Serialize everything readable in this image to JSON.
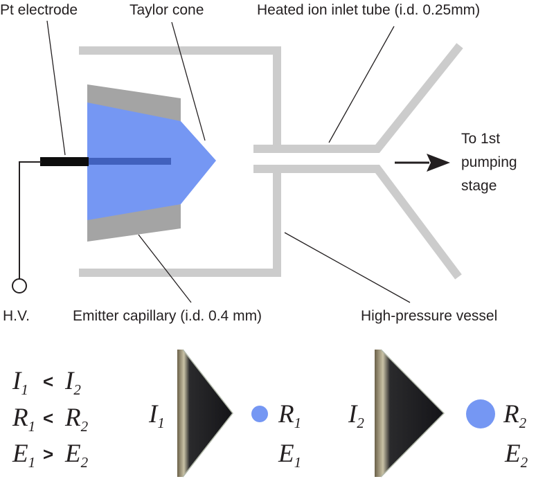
{
  "labels": {
    "pt_electrode": "Pt electrode",
    "taylor_cone": "Taylor cone",
    "inlet_tube": "Heated ion inlet tube (i.d. 0.25mm)",
    "to_pumping_1": "To 1st",
    "to_pumping_2": "pumping",
    "to_pumping_3": "stage",
    "hv": "H.V.",
    "emitter_capillary": "Emitter capillary (i.d. 0.4 mm)",
    "vessel": "High-pressure vessel"
  },
  "relations": {
    "current": {
      "left": "I",
      "left_sub": "1",
      "op": "<",
      "right": "I",
      "right_sub": "2"
    },
    "radius": {
      "left": "R",
      "left_sub": "1",
      "op": "<",
      "right": "R",
      "right_sub": "2"
    },
    "field": {
      "left": "E",
      "left_sub": "1",
      "op": ">",
      "right": "E",
      "right_sub": "2"
    }
  },
  "panel1": {
    "i": "I",
    "i_sub": "1",
    "r": "R",
    "r_sub": "1",
    "e": "E",
    "e_sub": "1"
  },
  "panel2": {
    "i": "I",
    "i_sub": "2",
    "r": "R",
    "r_sub": "2",
    "e": "E",
    "e_sub": "2"
  },
  "colors": {
    "liquid": "#7597f3",
    "metal": "#a4a4a4",
    "wall": "#cccccc",
    "electrode": "#0d0d0d",
    "line": "#231f20"
  }
}
